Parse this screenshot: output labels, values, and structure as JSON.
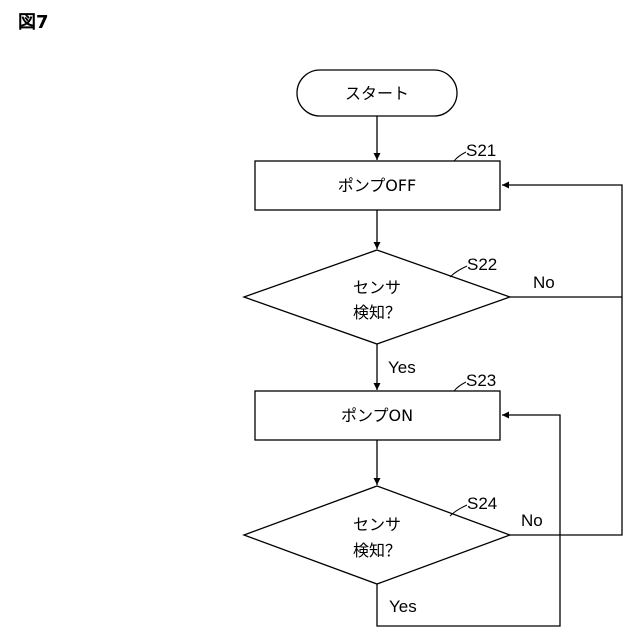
{
  "figure_label": "図7",
  "nodes": {
    "start": {
      "label": "スタート"
    },
    "s21": {
      "step": "S21",
      "label": "ポンプOFF"
    },
    "s22": {
      "step": "S22",
      "line1": "センサ",
      "line2": "検知？"
    },
    "s23": {
      "step": "S23",
      "label": "ポンプON"
    },
    "s24": {
      "step": "S24",
      "line1": "センサ",
      "line2": "検知？"
    }
  },
  "branches": {
    "s22_yes": "Yes",
    "s22_no": "No",
    "s24_yes": "Yes",
    "s24_no": "No"
  }
}
